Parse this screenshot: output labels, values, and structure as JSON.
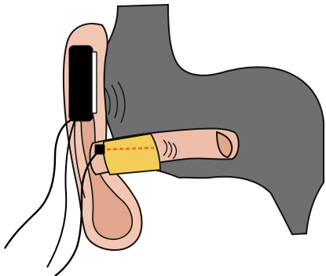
{
  "diagram": {
    "subject": "ear-anatomy-with-earpiece-and-canal-probe",
    "colors": {
      "background": "#ffffff",
      "head_gray": "#6f6f6f",
      "outline": "#111111",
      "ear_skin": "#f1c6b3",
      "ear_inner": "#e2a58e",
      "canal_skin": "#efbeab",
      "probe_yellow": "#f4cd58",
      "probe_wire_orange": "#f0681c",
      "earpiece_black": "#000000",
      "cable_black": "#000000"
    },
    "parts": [
      "head-silhouette",
      "outer-ear",
      "ear-canal",
      "eardrum",
      "earpiece",
      "canal-probe",
      "probe-cable",
      "earpiece-cable",
      "sound-waves"
    ]
  }
}
